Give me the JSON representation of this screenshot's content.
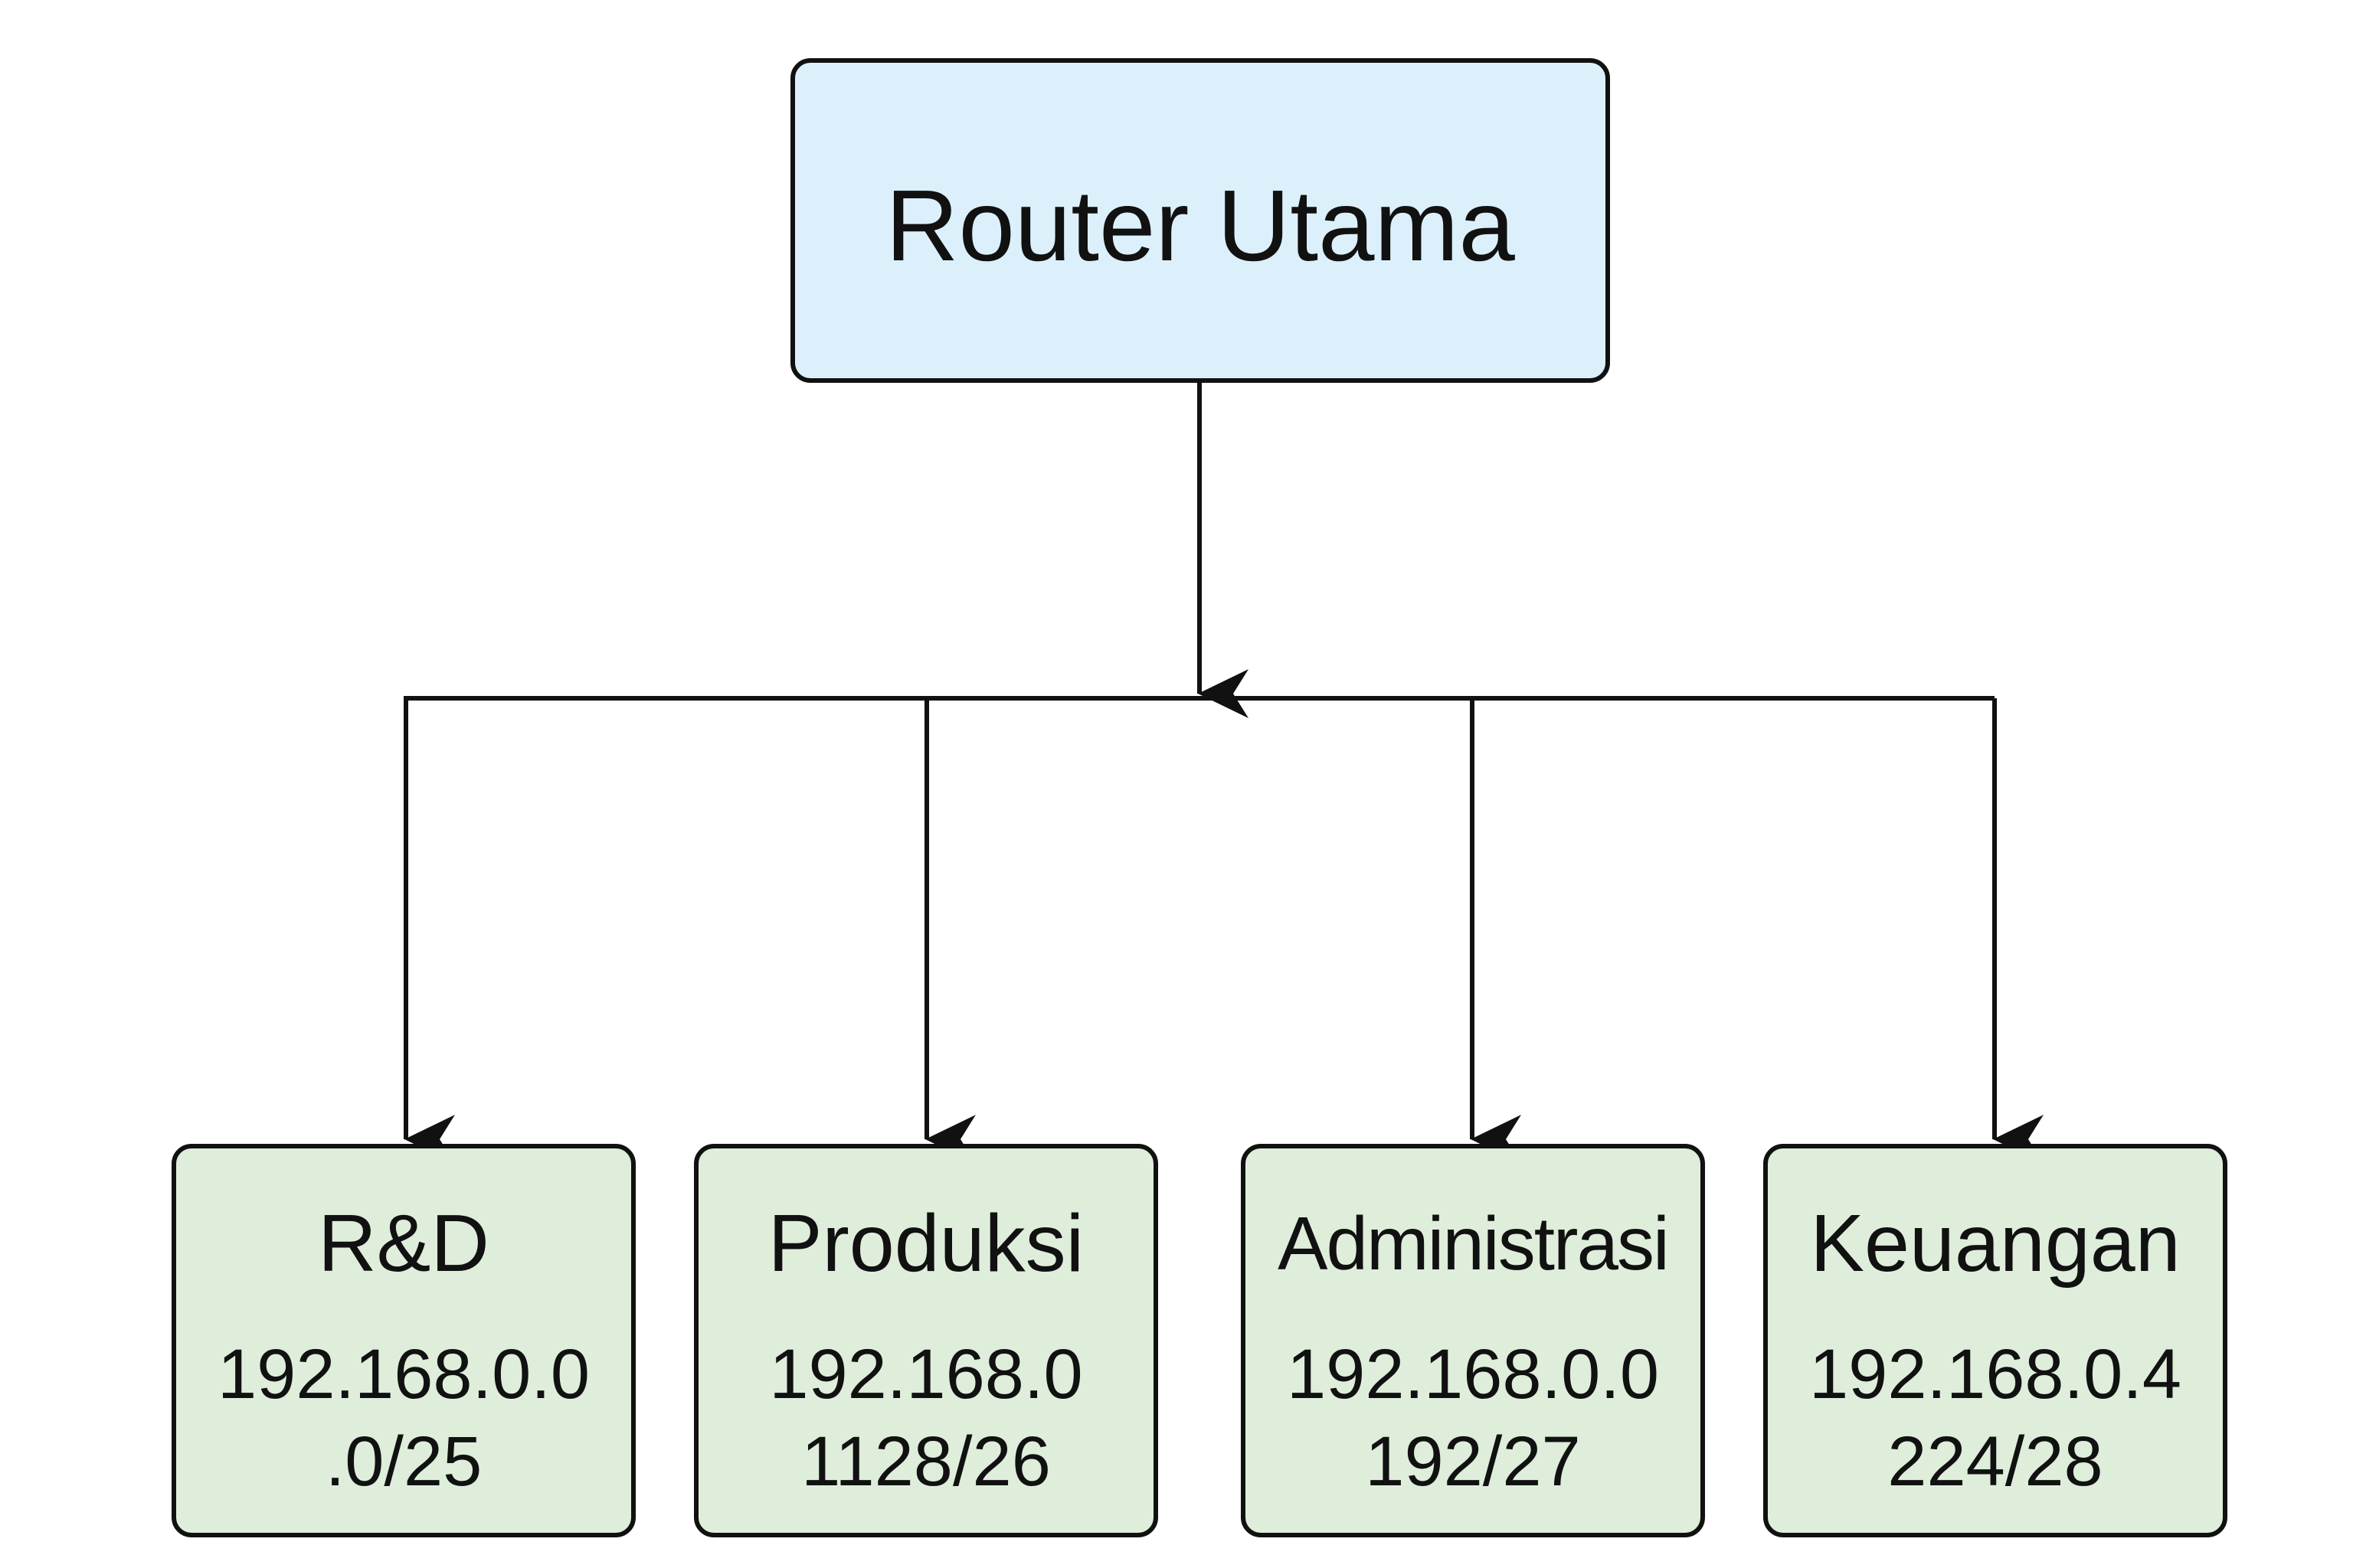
{
  "diagram": {
    "root": {
      "label": "Router Utama",
      "fill": "#dcf0fb"
    },
    "departments": [
      {
        "name": "R&D",
        "address_lines": [
          "192.168.0.0",
          ".0/25"
        ]
      },
      {
        "name": "Produksi",
        "address_lines": [
          "192.168.0",
          "1128/26"
        ]
      },
      {
        "name": "Administrasi",
        "address_lines": [
          "192.168.0.0",
          "192/27"
        ]
      },
      {
        "name": "Keuangan",
        "address_lines": [
          "192.168.0.4",
          "224/28"
        ]
      }
    ],
    "department_fill": "#deeedb",
    "line_color": "#111111"
  }
}
